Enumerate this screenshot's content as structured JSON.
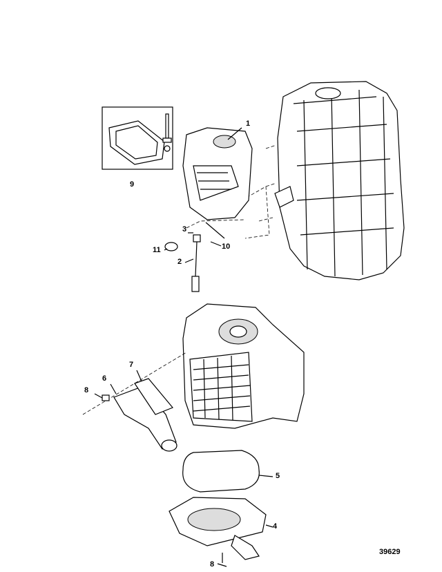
{
  "figure_number": "39629",
  "callouts": {
    "c1": "1",
    "c2": "2",
    "c3": "3",
    "c4": "4",
    "c5": "5",
    "c6": "6",
    "c7": "7",
    "c8a": "8",
    "c8b": "8",
    "c9": "9",
    "c10": "10",
    "c11": "11"
  }
}
